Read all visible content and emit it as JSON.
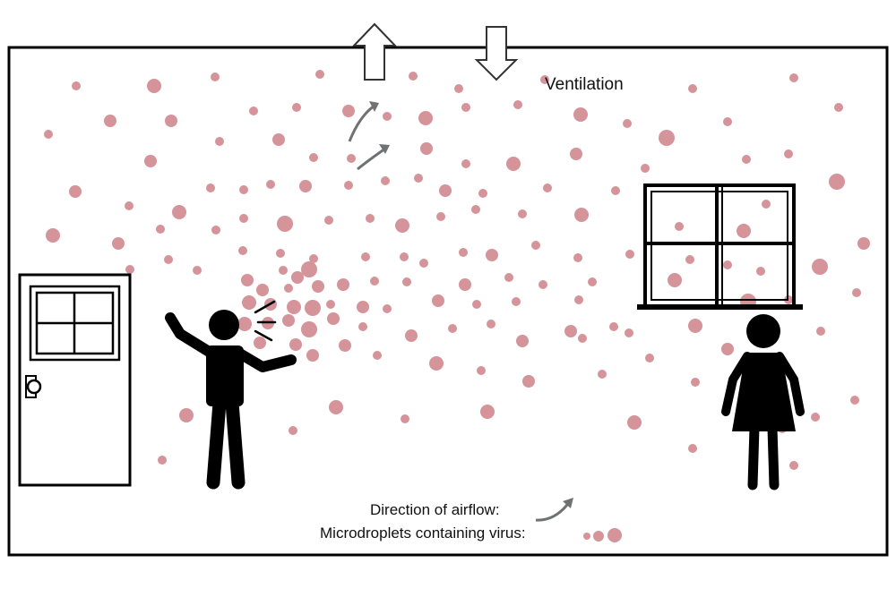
{
  "labels": {
    "ventilation": "Ventilation",
    "airflow_legend": "Direction of airflow:",
    "droplet_legend": "Microdroplets containing virus:"
  },
  "colors": {
    "droplet": "#d4949a",
    "ink": "#000000",
    "arrow": "#6f7173"
  },
  "icons": [
    "up-arrow-icon",
    "down-arrow-icon",
    "curved-arrow-icon",
    "droplet-icon",
    "speech-lines-icon",
    "man-icon",
    "woman-icon",
    "door-icon",
    "window-icon"
  ]
}
